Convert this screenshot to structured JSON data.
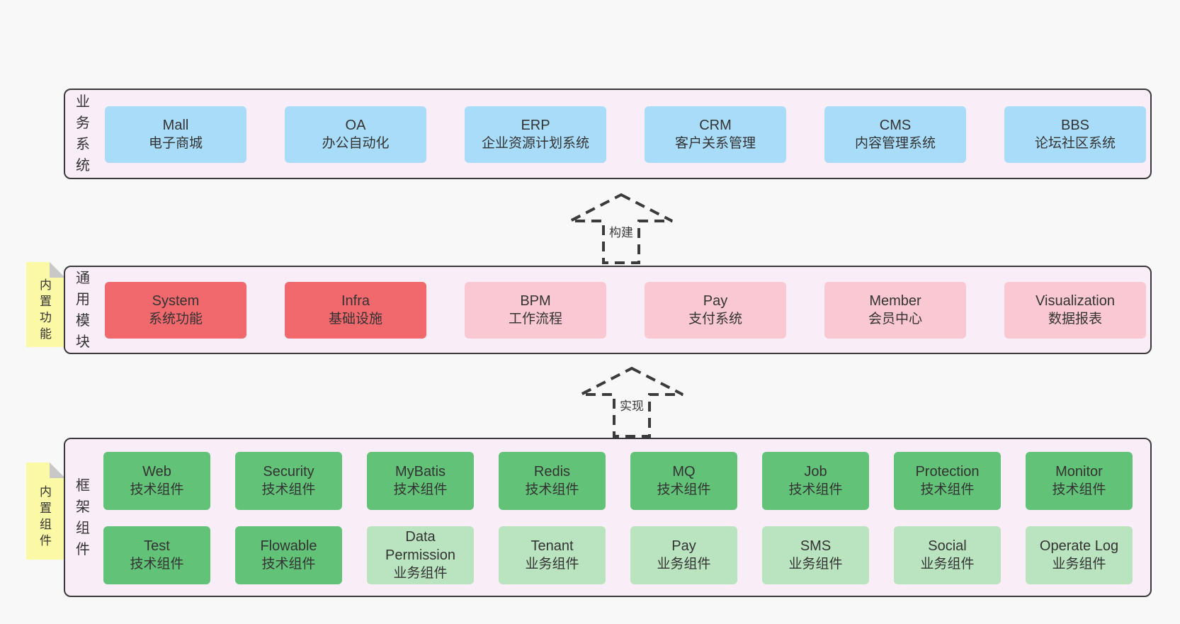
{
  "page": {
    "background": "#f8f8f8"
  },
  "colors": {
    "container_bg": "#f9edf7",
    "container_border": "#3a3a3a",
    "blue": "#a9dcf8",
    "red": "#f1686d",
    "pink": "#f9c8d2",
    "green": "#62c277",
    "green_light": "#bae4bf",
    "sticky_yellow": "#fbf9a6",
    "sticky_fold": "#c8c8c8",
    "text": "#333333"
  },
  "arrows": {
    "build": {
      "label": "构建"
    },
    "implement": {
      "label": "实现"
    }
  },
  "sections": {
    "business": {
      "label": "业务系统",
      "boxes": [
        {
          "en": "Mall",
          "zh": "电子商城",
          "variant": "blue"
        },
        {
          "en": "OA",
          "zh": "办公自动化",
          "variant": "blue"
        },
        {
          "en": "ERP",
          "zh": "企业资源计划系统",
          "variant": "blue"
        },
        {
          "en": "CRM",
          "zh": "客户关系管理",
          "variant": "blue"
        },
        {
          "en": "CMS",
          "zh": "内容管理系统",
          "variant": "blue"
        },
        {
          "en": "BBS",
          "zh": "论坛社区系统",
          "variant": "blue"
        }
      ]
    },
    "common": {
      "label": "通用模块",
      "sticky": "内置功能",
      "boxes": [
        {
          "en": "System",
          "zh": "系统功能",
          "variant": "red"
        },
        {
          "en": "Infra",
          "zh": "基础设施",
          "variant": "red"
        },
        {
          "en": "BPM",
          "zh": "工作流程",
          "variant": "pink"
        },
        {
          "en": "Pay",
          "zh": "支付系统",
          "variant": "pink"
        },
        {
          "en": "Member",
          "zh": "会员中心",
          "variant": "pink"
        },
        {
          "en": "Visualization",
          "zh": "数据报表",
          "variant": "pink"
        }
      ]
    },
    "framework": {
      "label": "框架组件",
      "sticky": "内置组件",
      "boxes_row1": [
        {
          "en": "Web",
          "zh": "技术组件",
          "variant": "green"
        },
        {
          "en": "Security",
          "zh": "技术组件",
          "variant": "green"
        },
        {
          "en": "MyBatis",
          "zh": "技术组件",
          "variant": "green"
        },
        {
          "en": "Redis",
          "zh": "技术组件",
          "variant": "green"
        },
        {
          "en": "MQ",
          "zh": "技术组件",
          "variant": "green"
        },
        {
          "en": "Job",
          "zh": "技术组件",
          "variant": "green"
        },
        {
          "en": "Protection",
          "zh": "技术组件",
          "variant": "green"
        },
        {
          "en": "Monitor",
          "zh": "技术组件",
          "variant": "green"
        }
      ],
      "boxes_row2": [
        {
          "en": "Test",
          "zh": "技术组件",
          "variant": "green"
        },
        {
          "en": "Flowable",
          "zh": "技术组件",
          "variant": "green"
        },
        {
          "en": "Data Permission",
          "zh": "业务组件",
          "variant": "green-light"
        },
        {
          "en": "Tenant",
          "zh": "业务组件",
          "variant": "green-light"
        },
        {
          "en": "Pay",
          "zh": "业务组件",
          "variant": "green-light"
        },
        {
          "en": "SMS",
          "zh": "业务组件",
          "variant": "green-light"
        },
        {
          "en": "Social",
          "zh": "业务组件",
          "variant": "green-light"
        },
        {
          "en": "Operate Log",
          "zh": "业务组件",
          "variant": "green-light"
        }
      ]
    }
  }
}
